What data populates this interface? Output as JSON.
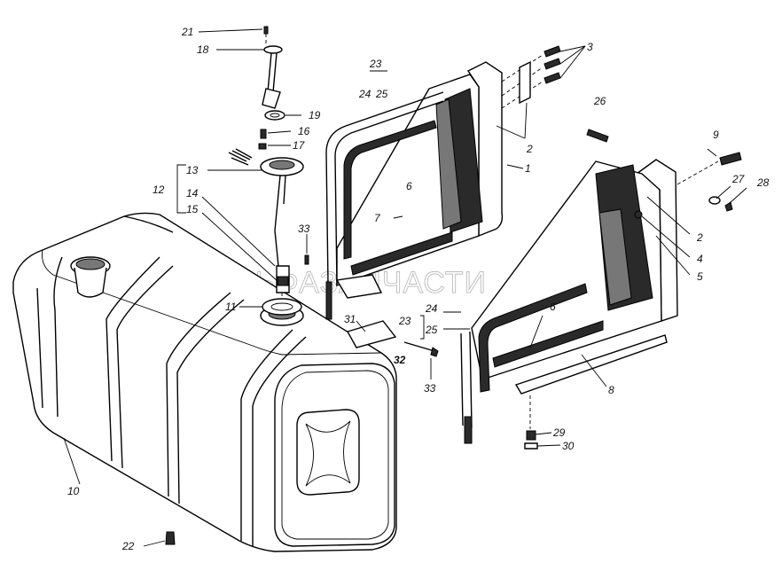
{
  "watermark": "АЛЬФАЗАПЧАСТИ",
  "callouts": {
    "n21": "21",
    "n18": "18",
    "n23a": "23",
    "n24a": "24",
    "n25a": "25",
    "n3": "3",
    "n19": "19",
    "n16": "16",
    "n17": "17",
    "n26": "26",
    "n2a": "2",
    "n1": "1",
    "n9": "9",
    "n13": "13",
    "n12": "12",
    "n14": "14",
    "n15": "15",
    "n6a": "6",
    "n7": "7",
    "n27": "27",
    "n28": "28",
    "n2b": "2",
    "n4": "4",
    "n5": "5",
    "n33a": "33",
    "n11": "11",
    "n31": "31",
    "n23b": "23",
    "n24b": "24",
    "n25b": "25",
    "n6b": "6",
    "n32": "32",
    "n33b": "33",
    "n8": "8",
    "n10": "10",
    "n29": "29",
    "n30": "30",
    "n22": "22"
  }
}
